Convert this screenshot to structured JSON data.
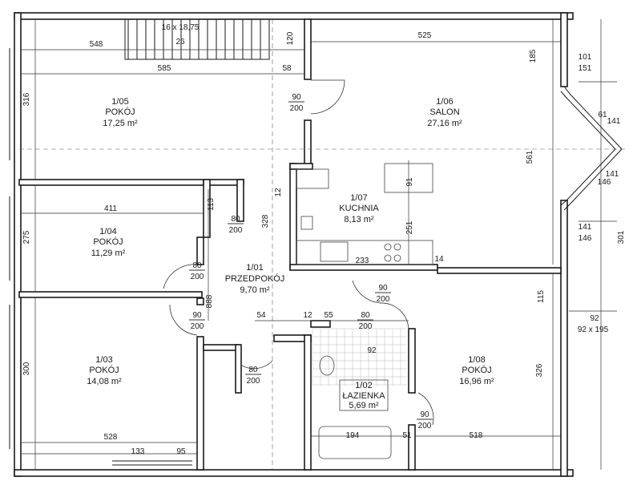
{
  "rooms": {
    "r105": {
      "id": "1/05",
      "name": "POKÓJ",
      "area": "17,25 m²"
    },
    "r106": {
      "id": "1/06",
      "name": "SALON",
      "area": "27,16 m²"
    },
    "r107": {
      "id": "1/07",
      "name": "KUCHNIA",
      "area": "8,13 m²"
    },
    "r104": {
      "id": "1/04",
      "name": "POKÓJ",
      "area": "11,29 m²"
    },
    "r101": {
      "id": "1/01",
      "name": "PRZEDPOKÓJ",
      "area": "9,70 m²"
    },
    "r103": {
      "id": "1/03",
      "name": "POKÓJ",
      "area": "14,08 m²"
    },
    "r102": {
      "id": "1/02",
      "name": "ŁAZIENKA",
      "area": "5,69 m²"
    },
    "r108": {
      "id": "1/08",
      "name": "POKÓJ",
      "area": "16,96 m²"
    }
  },
  "stairs": {
    "label": "16 x 18,75",
    "width": "26"
  },
  "dims": {
    "d548": "548",
    "d585": "585",
    "d316": "316",
    "d120": "120",
    "d58": "58",
    "d525": "525",
    "d185": "185",
    "d101": "101",
    "d151": "151",
    "d61": "61",
    "d141a": "141",
    "d561": "561",
    "d141b": "141",
    "d146a": "146",
    "d141c": "141",
    "d146b": "146",
    "d301": "301",
    "d411": "411",
    "d275": "275",
    "d113": "113",
    "d328": "328",
    "d91": "91",
    "d12a": "12",
    "d251": "251",
    "d233": "233",
    "d14": "14",
    "d115": "115",
    "d92": "92",
    "d92x195": "92 x 195",
    "d888": "888",
    "d54": "54",
    "d12b": "12",
    "d55": "55",
    "d92b": "92",
    "d300": "300",
    "d326": "326",
    "d528": "528",
    "d133": "133",
    "d95": "95",
    "d194": "194",
    "d518": "518",
    "d51": "51"
  },
  "doors": {
    "dr1": {
      "w": "90",
      "h": "200"
    },
    "dr2": {
      "w": "80",
      "h": "200"
    },
    "dr3": {
      "w": "80",
      "h": "200"
    },
    "dr4": {
      "w": "90",
      "h": "200"
    },
    "dr5": {
      "w": "90",
      "h": "200"
    },
    "dr6": {
      "w": "80",
      "h": "200"
    },
    "dr7": {
      "w": "80",
      "h": "200"
    },
    "dr8": {
      "w": "90",
      "h": "200"
    }
  }
}
